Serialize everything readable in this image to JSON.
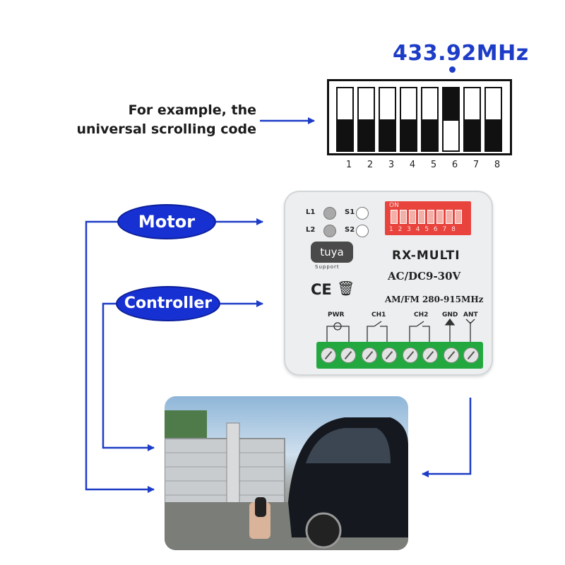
{
  "frequency_label": "433.92MHz",
  "example_text": {
    "line1": "For example, the",
    "line2": "universal scrolling code"
  },
  "dip_switch": {
    "numbers": [
      "1",
      "2",
      "3",
      "4",
      "5",
      "6",
      "7",
      "8"
    ]
  },
  "labels": {
    "motor": "Motor",
    "controller": "Controller"
  },
  "module": {
    "led_l1": "L1",
    "led_l2": "L2",
    "led_s1": "S1",
    "led_s2": "S2",
    "dip_on": "ON",
    "dip_numbers": "1 2 3 4 5 6 7 8",
    "brand": "tuya",
    "brand_sub": "Support",
    "model": "RX-MULTI",
    "power": "AC/DC9-30V",
    "band": "AM/FM 280-915MHz",
    "cert": "CE",
    "terminals": [
      "PWR",
      "CH1",
      "CH2",
      "GND",
      "ANT"
    ]
  },
  "colors": {
    "accent_blue": "#1d3cc7",
    "oval_blue": "#1730d2",
    "terminal_green": "#23a83f",
    "module_dip_red": "#e9433d"
  }
}
